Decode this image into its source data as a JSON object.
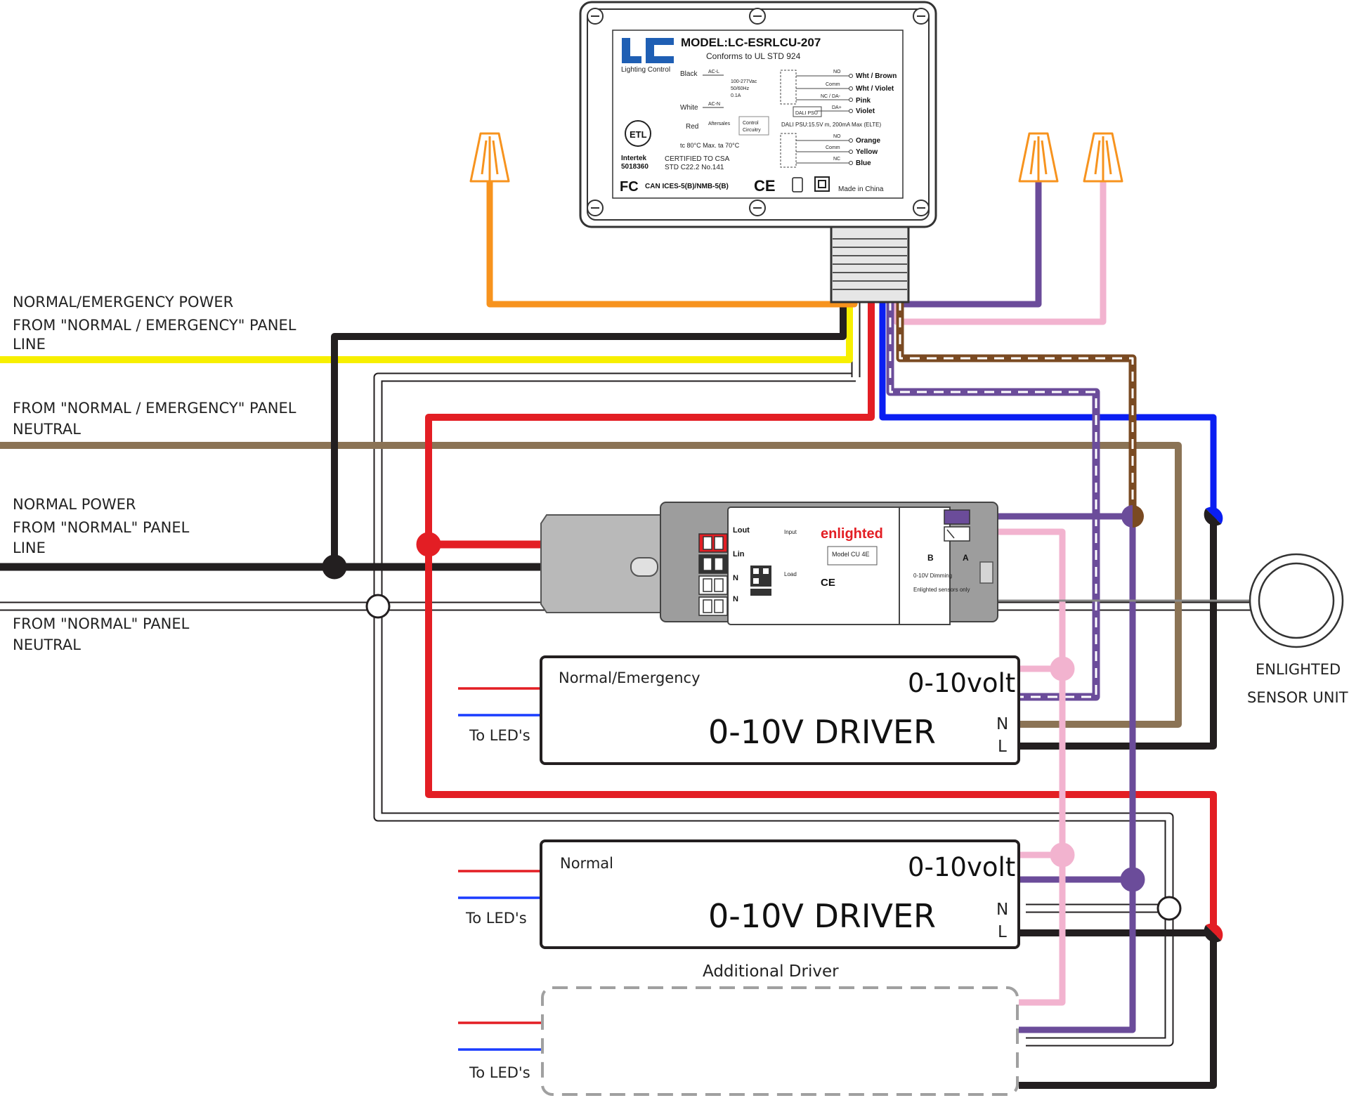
{
  "sources": {
    "ne_power_title": "NORMAL/EMERGENCY POWER",
    "ne_line_1": "FROM \"NORMAL / EMERGENCY\" PANEL",
    "ne_line_2": "LINE",
    "ne_neutral_1": "FROM \"NORMAL / EMERGENCY\" PANEL",
    "ne_neutral_2": "NEUTRAL",
    "n_power_title": "NORMAL POWER",
    "n_line_1": "FROM \"NORMAL\" PANEL",
    "n_line_2": "LINE",
    "n_neutral_1": "FROM \"NORMAL\" PANEL",
    "n_neutral_2": "NEUTRAL"
  },
  "relay_unit": {
    "model": "MODEL:LC-ESRLCU-207",
    "conforms": "Conforms to UL STD 924",
    "logo_text": "LC",
    "logo_sub": "Lighting Control",
    "black": "Black",
    "white": "White",
    "red": "Red",
    "ac_l": "AC-L",
    "ac_n": "AC-N",
    "rating_1": "100-277Vac",
    "rating_2": "50/60Hz",
    "rating_3": "0.1A",
    "aftersales": "Aftersales",
    "control_1": "Control",
    "control_2": "Circuitry",
    "temp": "tc 80°C Max. ta 70°C",
    "intertek": "Intertek",
    "intertek_no": "5018360",
    "csa_1": "CERTIFIED TO CSA",
    "csa_2": "STD C22.2 No.141",
    "fcc": "FC",
    "ices": "CAN ICES-5(B)/NMB-5(B)",
    "ce": "CE",
    "made_in": "Made in China",
    "no_1": "NO",
    "comm_1": "Comm",
    "nc_da": "NC / DA-",
    "da_plus": "DA+",
    "dali_psu": "DALI PSU",
    "dali_note": "DALI PSU:15.5V m, 200mA Max (ELTE)",
    "no_2": "NO",
    "comm_2": "Comm",
    "nc_2": "NC",
    "wht_brown": "Wht / Brown",
    "wht_violet": "Wht / Violet",
    "pink": "Pink",
    "violet": "Violet",
    "orange": "Orange",
    "yellow": "Yellow",
    "blue": "Blue"
  },
  "enlighted_unit": {
    "brand": "enlighted",
    "model": "Model CU 4E",
    "lout": "Lout",
    "lin": "Lin",
    "n1": "N",
    "n2": "N",
    "input": "Input",
    "load": "Load",
    "dimming": "0-10V Dimming",
    "sensor_only": "Enlighted sensors only",
    "b": "B",
    "a": "A"
  },
  "sensor": {
    "label_1": "ENLIGHTED",
    "label_2": "SENSOR UNIT"
  },
  "drivers": [
    {
      "tag": "Normal/Emergency",
      "control": "0-10volt",
      "name": "0-10V DRIVER",
      "n": "N",
      "l": "L",
      "leds": "To LED's"
    },
    {
      "tag": "Normal",
      "control": "0-10volt",
      "name": "0-10V DRIVER",
      "n": "N",
      "l": "L",
      "leds": "To LED's"
    }
  ],
  "additional": {
    "title": "Additional Driver",
    "leds": "To LED's"
  },
  "colors": {
    "yellow": "#f7ef00",
    "black": "#231f20",
    "tan": "#8b7355",
    "red": "#e31e24",
    "orange": "#f7931e",
    "violet": "#6b4c9a",
    "pink": "#f2b3cf",
    "blue": "#0a1ef2",
    "brown": "#7a4a22",
    "led_red": "#e31e24",
    "led_blue": "#1a3cff"
  }
}
